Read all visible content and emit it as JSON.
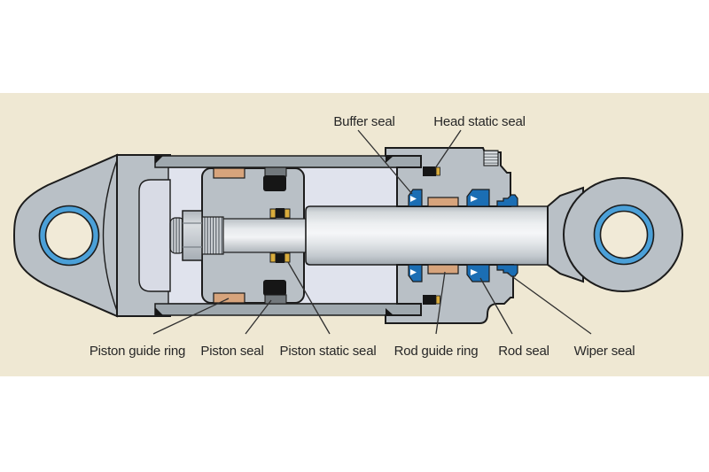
{
  "figure": {
    "type": "hydraulic-cylinder-cross-section-diagram",
    "labels": {
      "buffer_seal": "Buffer seal",
      "head_static_seal": "Head static seal",
      "piston_guide_ring": "Piston guide ring",
      "piston_seal": "Piston seal",
      "piston_static_seal": "Piston static seal",
      "rod_guide_ring": "Rod guide ring",
      "rod_seal": "Rod seal",
      "wiper_seal": "Wiper seal"
    },
    "colors": {
      "background_panel": "#EFE8D3",
      "page": "#FFFFFF",
      "body_gray": "#B9C0C6",
      "barrel_gray": "#9FA8AE",
      "bore_lavender": "#E0E3ED",
      "cap_pocket": "#D8DBE5",
      "seal_blue": "#1B6EB4",
      "bushing_blue": "#4BA0D8",
      "guide_ring_tan": "#D7A47C",
      "backup_gold": "#D9AC3C",
      "seal_black": "#161616",
      "seal_cap_gray": "#72787C",
      "outline": "#1C1C1C",
      "label_text": "#272727"
    }
  }
}
